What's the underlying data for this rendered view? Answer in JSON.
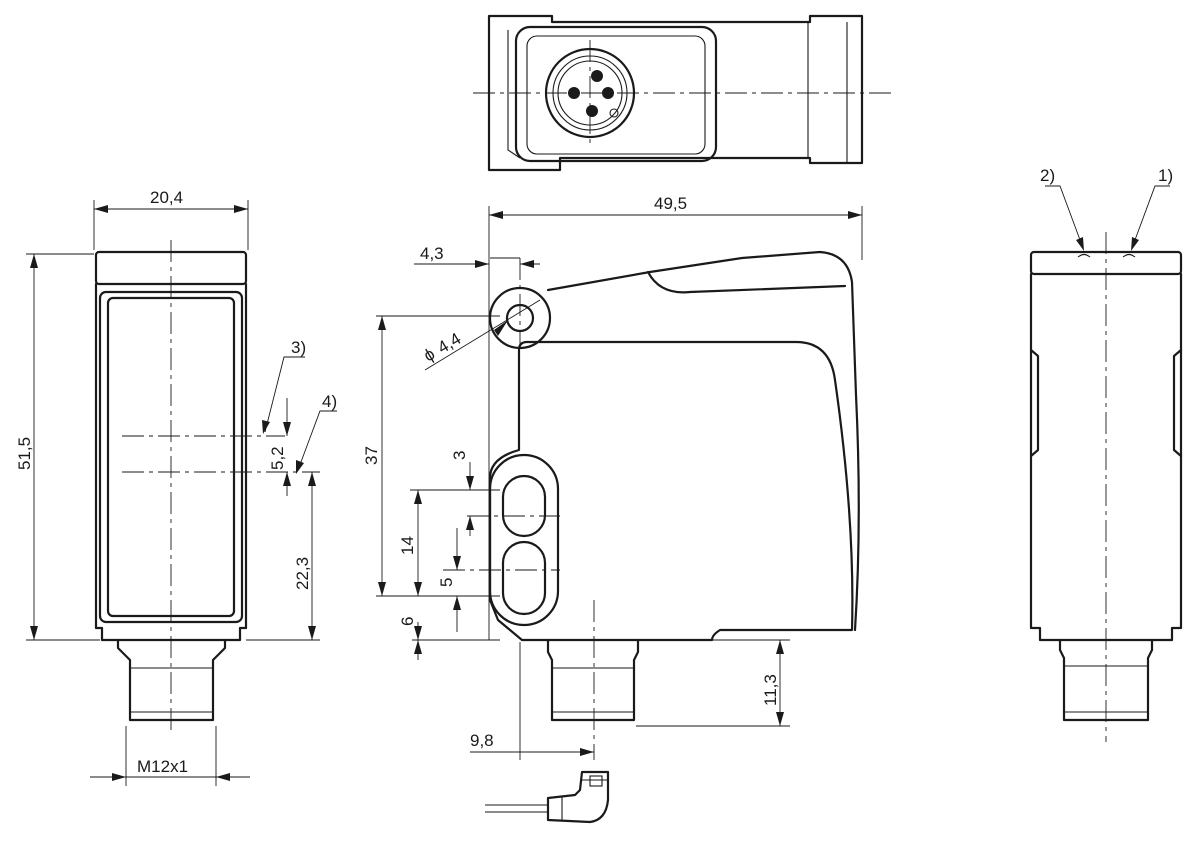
{
  "dimensions": {
    "width_front": "20,4",
    "height_total": "51,5",
    "length_side": "49,5",
    "offset_hole": "4,3",
    "hole_diameter": "4,4",
    "hole_to_bottom": "37",
    "slot_height": "3",
    "slot_pitch": "14",
    "slot_gap": "5",
    "slot_bottom": "6",
    "connector_height": "11,3",
    "connector_offset": "9,8",
    "optical_axis_spacing": "5,2",
    "optical_axis_height": "22,3",
    "thread": "M12x1"
  },
  "callouts": {
    "note_1": "1)",
    "note_2": "2)",
    "note_3": "3)",
    "note_4": "4)"
  },
  "diameter_symbol": "ϕ"
}
